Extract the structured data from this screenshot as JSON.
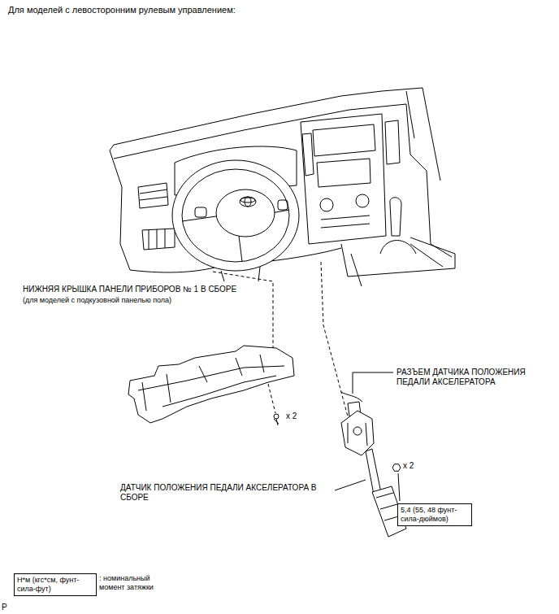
{
  "diagram": {
    "title": "Для моделей с левосторонним рулевым управлением:",
    "nodes": [
      {
        "text": [
          "5,4 (55, 48 фунт-сила-дюймов)"
        ]
      },
      {
        "text": [
          "Н*м (кгс*см, фунт-сила-фут)"
        ]
      }
    ],
    "labels": [
      "НИЖНЯЯ КРЫШКА ПАНЕЛИ ПРИБОРОВ № 1 В СБОРЕ",
      "(для моделей с подкузовной панелью пола)",
      "x 2",
      "РАЗЪЕМ ДАТЧИКА ПОЛОЖЕНИЯ ПЕДАЛИ АКСЕЛЕРАТОРА",
      "x 2",
      "ДАТЧИК ПОЛОЖЕНИЯ ПЕДАЛИ АКСЕЛЕРАТОРА В СБОРЕ",
      "P"
    ],
    "legend": [
      {
        "text": ": номинальный момент затяжки"
      }
    ]
  }
}
